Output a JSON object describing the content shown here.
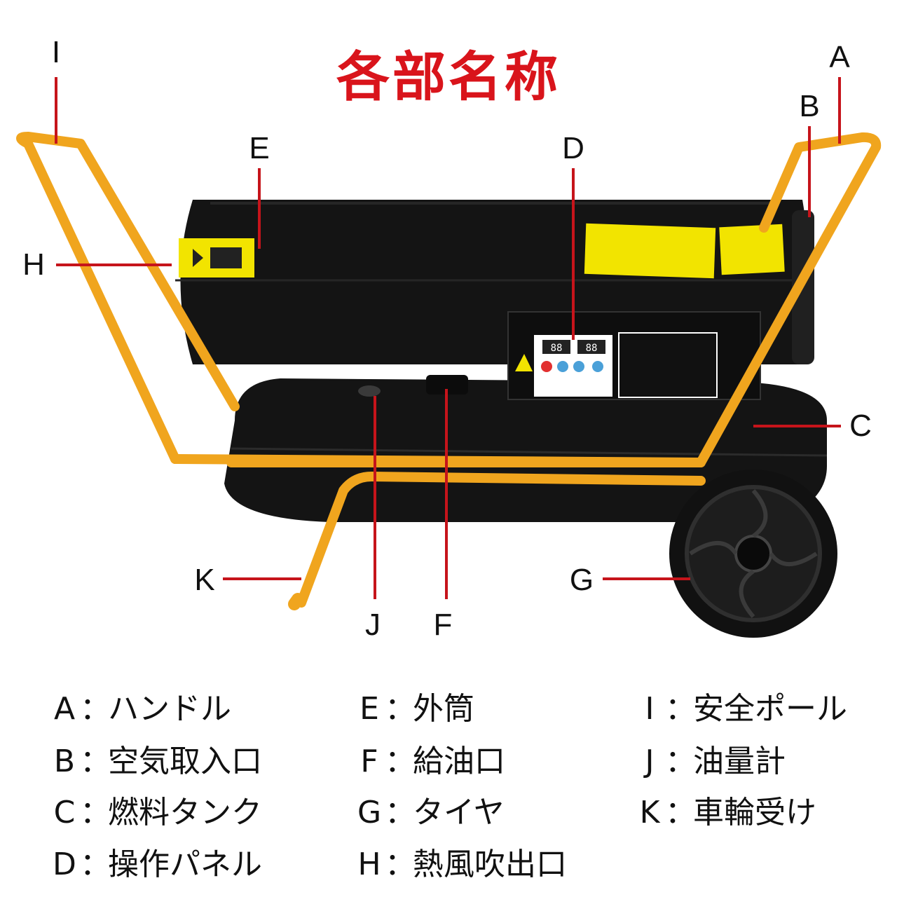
{
  "title": "各部名称",
  "colors": {
    "accent": "#d9141b",
    "frame": "#f0a51e",
    "body": "#151515",
    "label_sticker": "#f2e400"
  },
  "callouts": {
    "A": "A",
    "B": "B",
    "C": "C",
    "D": "D",
    "E": "E",
    "F": "F",
    "G": "G",
    "H": "H",
    "I": "I",
    "J": "J",
    "K": "K"
  },
  "legend": {
    "colon": "：",
    "items": [
      {
        "key": "A",
        "name": "ハンドル"
      },
      {
        "key": "B",
        "name": "空気取入口"
      },
      {
        "key": "C",
        "name": "燃料タンク"
      },
      {
        "key": "D",
        "name": "操作パネル"
      },
      {
        "key": "E",
        "name": "外筒"
      },
      {
        "key": "F",
        "name": "給油口"
      },
      {
        "key": "G",
        "name": "タイヤ"
      },
      {
        "key": "H",
        "name": "熱風吹出口"
      },
      {
        "key": "I",
        "name": "安全ポール"
      },
      {
        "key": "J",
        "name": "油量計"
      },
      {
        "key": "K",
        "name": "車輪受け"
      }
    ]
  },
  "panel": {
    "display_left": "88",
    "display_right": "88"
  }
}
